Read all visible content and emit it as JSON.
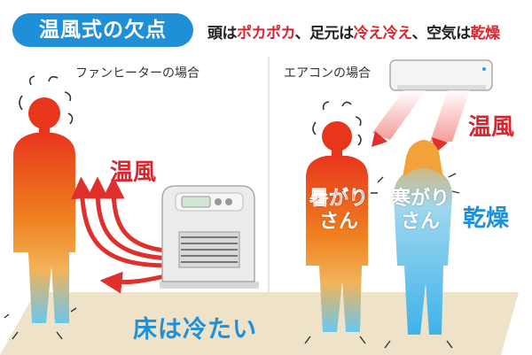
{
  "title": "温風式の欠点",
  "headline": {
    "part1": "頭は",
    "part2": "ポカポカ",
    "part3": "、足元は",
    "part4": "冷え冷え",
    "part5": "、空気は",
    "part6": "乾燥"
  },
  "left_panel": {
    "label": "ファンヒーターの場合",
    "warm_air": "温風",
    "floor": "床は冷たい"
  },
  "right_panel": {
    "label": "エアコンの場合",
    "warm_air": "温風",
    "hot_person_line1": "暑がり",
    "hot_person_line2": "さん",
    "cold_person_line1": "寒がり",
    "cold_person_line2": "さん",
    "dry": "乾燥"
  },
  "colors": {
    "accent_blue": "#1f8fd8",
    "accent_red": "#d8262f",
    "warm_orange": "#f07a1c",
    "cool_blue": "#6cc6ef",
    "floor_beige": "#eee3c8"
  }
}
